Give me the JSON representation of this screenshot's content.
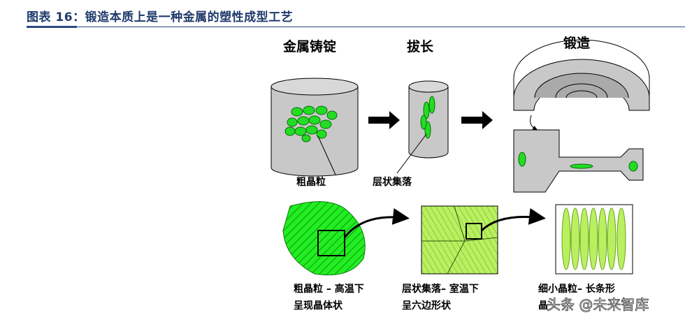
{
  "title": "图表 16：锻造本质上是一种金属的塑性成型工艺",
  "stages": {
    "ingot": "金属铸锭",
    "drawing": "拔长",
    "forging": "锻造"
  },
  "callouts": {
    "coarse": "粗晶粒",
    "layered": "层状集落"
  },
  "captions": [
    {
      "line1": "粗晶粒 – 高温下",
      "line2": "呈现晶体状"
    },
    {
      "line1": "层状集落–  室温下",
      "line2": "呈六边形状"
    },
    {
      "line1": "细小晶粒– 长条形",
      "line2": "晶"
    }
  ],
  "watermark": "头条 @未来智库",
  "colors": {
    "title": "#1f3a6b",
    "grain": "#22dd22",
    "metal": "#c8c8c8",
    "light_green": "#b8f060"
  }
}
